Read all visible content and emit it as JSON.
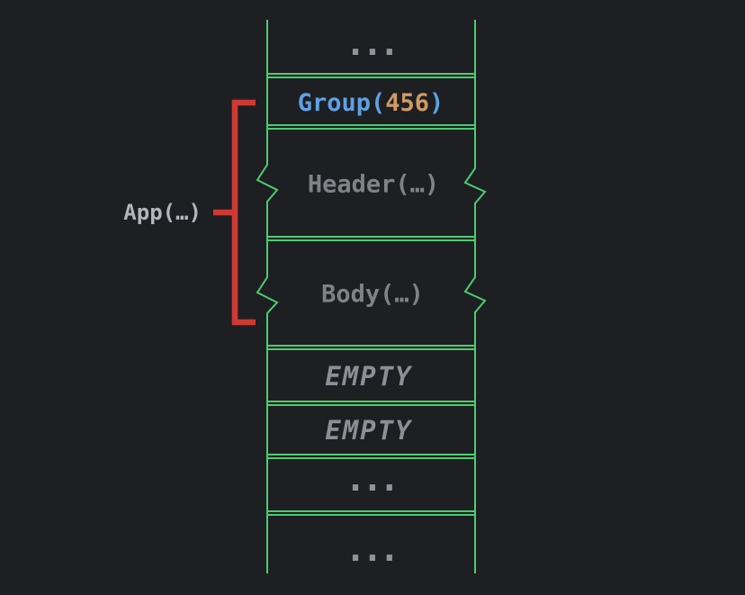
{
  "colors": {
    "background": "#1d1f22",
    "rail": "#4bce6e",
    "bracket": "#ce3a33",
    "blue": "#5ea1e4",
    "orange": "#d19a66",
    "gray": "#7f8286",
    "empty": "#8b8f98",
    "dots": "#8f939b",
    "label": "#b2b6bf"
  },
  "column": {
    "cells": [
      {
        "label": "..."
      },
      {
        "prefix": "Group(",
        "value": "456",
        "suffix": ")"
      },
      {
        "label": "Header(…)"
      },
      {
        "label": "Body(…)"
      },
      {
        "label": "EMPTY"
      },
      {
        "label": "EMPTY"
      },
      {
        "label": "..."
      },
      {
        "label": "..."
      }
    ]
  },
  "bracket": {
    "label": "App(…)"
  }
}
